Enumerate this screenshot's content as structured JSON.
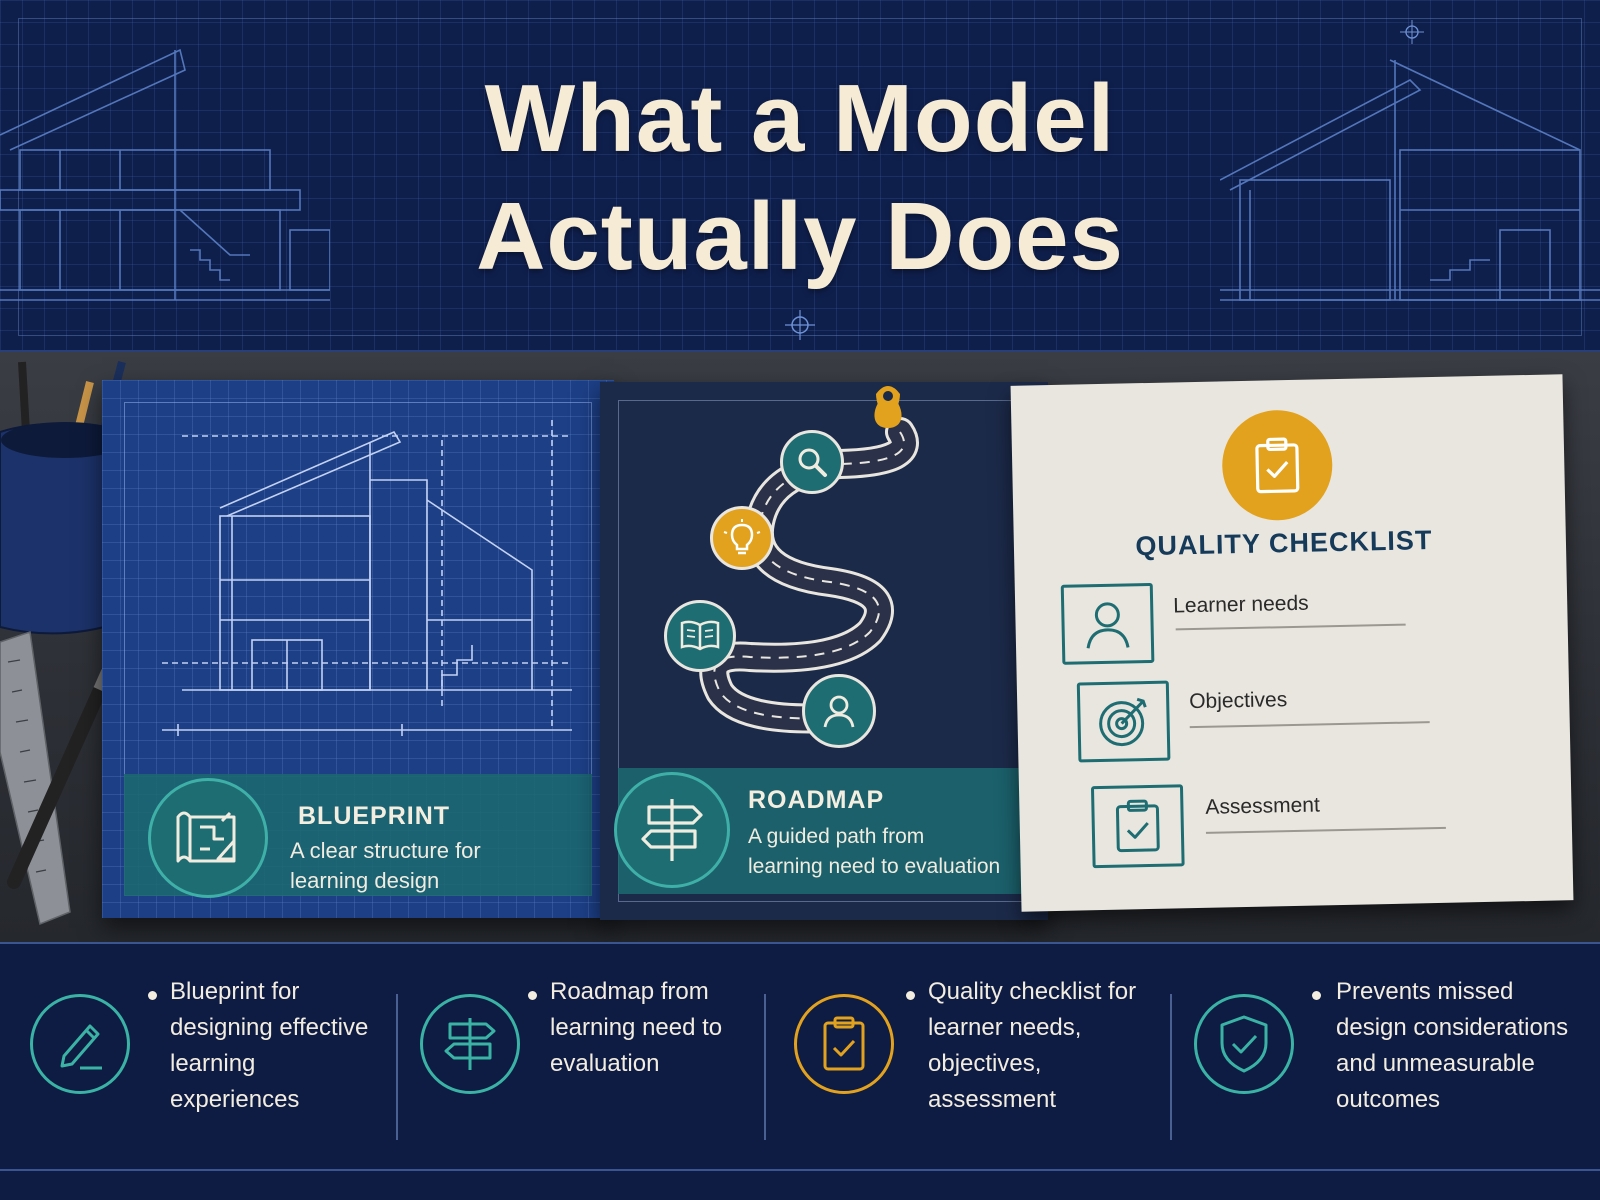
{
  "header": {
    "title_line1": "What a Model",
    "title_line2": "Actually Does"
  },
  "cards": {
    "blueprint": {
      "title": "BLUEPRINT",
      "desc_line1": "A clear structure for",
      "desc_line2": "learning design",
      "icon": "blueprint-icon"
    },
    "roadmap": {
      "title": "ROADMAP",
      "desc_line1": "A guided path from",
      "desc_line2": "learning need to evaluation",
      "icon": "signpost-icon",
      "stops": [
        "search-icon",
        "lightbulb-icon",
        "book-icon",
        "person-icon"
      ]
    },
    "checklist": {
      "title": "QUALITY CHECKLIST",
      "badge_icon": "clipboard-check-icon",
      "items": [
        {
          "label": "Learner needs",
          "icon": "person-icon"
        },
        {
          "label": "Objectives",
          "icon": "target-icon"
        },
        {
          "label": "Assessment",
          "icon": "clipboard-check-icon"
        }
      ]
    }
  },
  "footer": {
    "items": [
      {
        "icon": "pencil-icon",
        "lines": [
          "Blueprint  for",
          "designing effective",
          "learning experiences"
        ]
      },
      {
        "icon": "signpost-icon",
        "lines": [
          "Roadmap from",
          "learning need to",
          "evaluation"
        ]
      },
      {
        "icon": "clipboard-check-icon",
        "lines": [
          "Quality checklist for",
          "learner needs,",
          "objectives, assessment"
        ]
      },
      {
        "icon": "shield-check-icon",
        "lines": [
          "Prevents missed",
          "design considerations",
          "and unmeasurable",
          "outcomes"
        ]
      }
    ]
  },
  "colors": {
    "navy": "#0e1c44",
    "teal": "#1e6d73",
    "teal_light": "#3ab3a5",
    "gold": "#e3a21d",
    "cream": "#f6ecd6"
  }
}
